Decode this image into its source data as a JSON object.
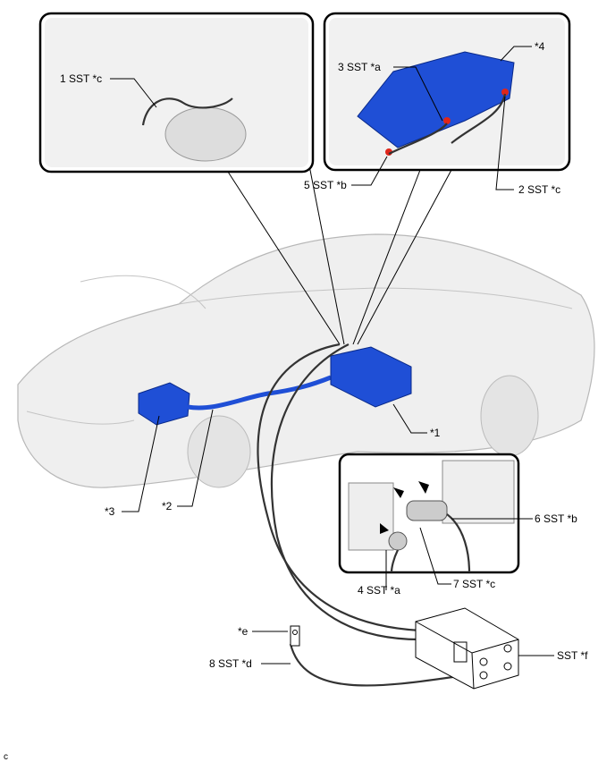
{
  "labels": {
    "l1": "1 SST *c",
    "l3": "3 SST *a",
    "l4star": "*4",
    "l5": "5 SST *b",
    "l2": "2 SST *c",
    "l1star": "*1",
    "l3star": "*3",
    "l2star": "*2",
    "l6": "6 SST *b",
    "l4": "4 SST *a",
    "l7": "7 SST *c",
    "le": "*e",
    "l8": "8 SST *d",
    "lf": "SST *f",
    "code": "c"
  },
  "colors": {
    "component_blue": "#1f4fd6",
    "marker_red": "#e0261b"
  }
}
